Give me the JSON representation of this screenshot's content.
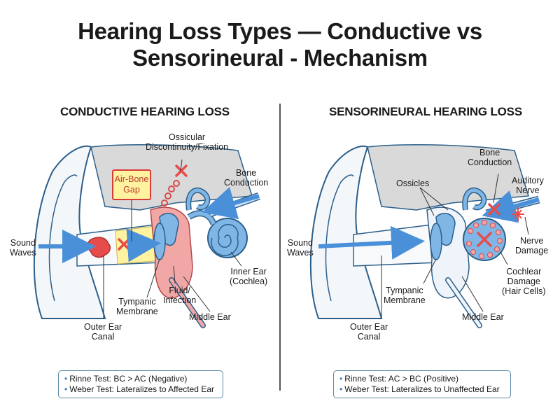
{
  "title": {
    "line1": "Hearing Loss Types — Conductive vs",
    "line2": "Sensorineural - Mechanism"
  },
  "conductive": {
    "heading": "CONDUCTIVE HEARING LOSS",
    "labels": {
      "sound_waves": [
        "Sound",
        "Waves"
      ],
      "air_bone_gap": [
        "Air-Bone",
        "Gap"
      ],
      "ossicular": [
        "Ossicular",
        "Discontinuity/Fixation"
      ],
      "bone_conduction": [
        "Bone",
        "Conduction"
      ],
      "inner_ear": [
        "Inner Ear",
        "(Cochlea)"
      ],
      "fluid": [
        "Fluid/",
        "Infection"
      ],
      "tympanic": [
        "Tympanic",
        "Membrane"
      ],
      "middle_ear": "Middle Ear",
      "outer_ear": [
        "Outer Ear",
        "Canal"
      ]
    },
    "tests": [
      "Rinne Test: BC > AC (Negative)",
      "Weber Test: Lateralizes to Affected Ear"
    ]
  },
  "sensorineural": {
    "heading": "SENSORINEURAL HEARING LOSS",
    "labels": {
      "sound_waves": [
        "Sound",
        "Waves"
      ],
      "ossicles": "Ossicles",
      "bone_conduction": [
        "Bone",
        "Conduction"
      ],
      "auditory_nerve": [
        "Auditory",
        "Nerve"
      ],
      "nerve_damage": [
        "Nerve",
        "Damage"
      ],
      "cochlear_damage": [
        "Cochlear",
        "Damage",
        "(Hair Cells)"
      ],
      "tympanic": [
        "Tympanic",
        "Membrane"
      ],
      "middle_ear": "Middle Ear",
      "outer_ear": [
        "Outer Ear",
        "Canal"
      ]
    },
    "tests": [
      "Rinne Test: AC > BC (Positive)",
      "Weber Test: Lateralizes to Unaffected Ear"
    ]
  },
  "colors": {
    "ear_blue": "#7fb6e6",
    "ear_outline": "#2c5f8a",
    "bone_gray": "#d9d9d9",
    "lesion_red": "#e74c4c",
    "yellow_gap": "#fff3a0",
    "middle_ear_pink": "#f2a7a7",
    "arrow_blue": "#4a90d9"
  }
}
